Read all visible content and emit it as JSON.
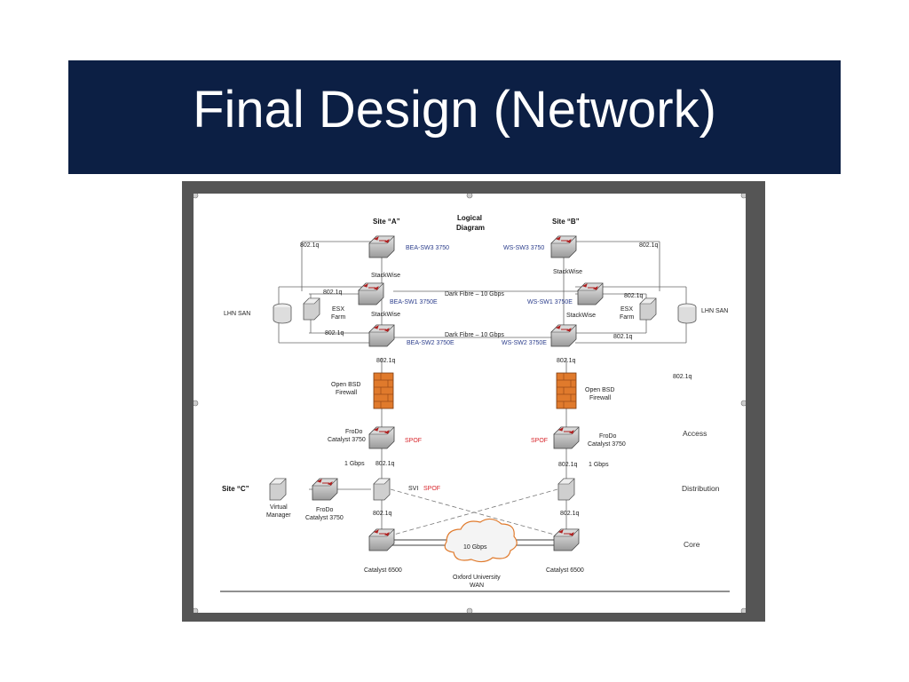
{
  "slide": {
    "title": "Final Design (Network)"
  },
  "diagram": {
    "heading": "Logical\nDiagram",
    "heading_line1": "Logical",
    "heading_line2": "Diagram",
    "site_a": "Site “A”",
    "site_b": "Site “B”",
    "site_c": "Site “C”",
    "bea_sw3": "BEA-SW3 3750",
    "ws_sw3": "WS-SW3 3750",
    "bea_sw1": "BEA-SW1 3750E",
    "ws_sw1": "WS-SW1 3750E",
    "bea_sw2": "BEA-SW2 3750E",
    "ws_sw2": "WS-SW2 3750E",
    "stackwise": "StackWise",
    "dark_fibre": "Dark Fibre – 10 Gbps",
    "dot1q": "802.1q",
    "lhn_san": "LHN SAN",
    "esx_line1": "ESX",
    "esx_line2": "Farm",
    "fw_line1": "Open BSD",
    "fw_line2": "Firewall",
    "frodo_line1": "FroDo",
    "frodo_line2": "Catalyst 3750",
    "spof": "SPOF",
    "svi": "SVI",
    "one_gbps": "1 Gbps",
    "vm_line1": "Virtual",
    "vm_line2": "Manager",
    "catalyst_6500": "Catalyst 6500",
    "ten_gbps": "10 Gbps",
    "wan_line1": "Oxford University",
    "wan_line2": "WAN",
    "tier_access": "Access",
    "tier_distribution": "Distribution",
    "tier_core": "Core"
  },
  "colors": {
    "title_bg": "#0c1f44",
    "firewall": "#e07a2c",
    "spof": "#d8262c",
    "device_label": "#2c3e8c"
  }
}
